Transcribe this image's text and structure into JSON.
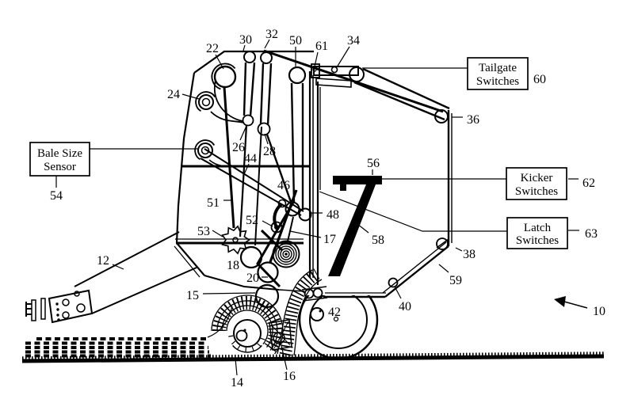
{
  "fig": {
    "colors": {
      "ink": "#000000",
      "background": "#ffffff"
    },
    "boxes": {
      "bale": {
        "l1": "Bale Size",
        "l2": "Sensor"
      },
      "tailgate": {
        "l1": "Tailgate",
        "l2": "Switches"
      },
      "kicker": {
        "l1": "Kicker",
        "l2": "Switches"
      },
      "latch": {
        "l1": "Latch",
        "l2": "Switches"
      }
    },
    "labels": {
      "10": "10",
      "12": "12",
      "14": "14",
      "15": "15",
      "16": "16",
      "17": "17",
      "18": "18",
      "20": "20",
      "22": "22",
      "24": "24",
      "26": "26",
      "28": "28",
      "30": "30",
      "32": "32",
      "34": "34",
      "36": "36",
      "38": "38",
      "40": "40",
      "42": "42",
      "44": "44",
      "46": "46",
      "48": "48",
      "50": "50",
      "51": "51",
      "52": "52",
      "53": "53",
      "54": "54",
      "56": "56",
      "58": "58",
      "59": "59",
      "60": "60",
      "61": "61",
      "62": "62",
      "63": "63"
    }
  }
}
